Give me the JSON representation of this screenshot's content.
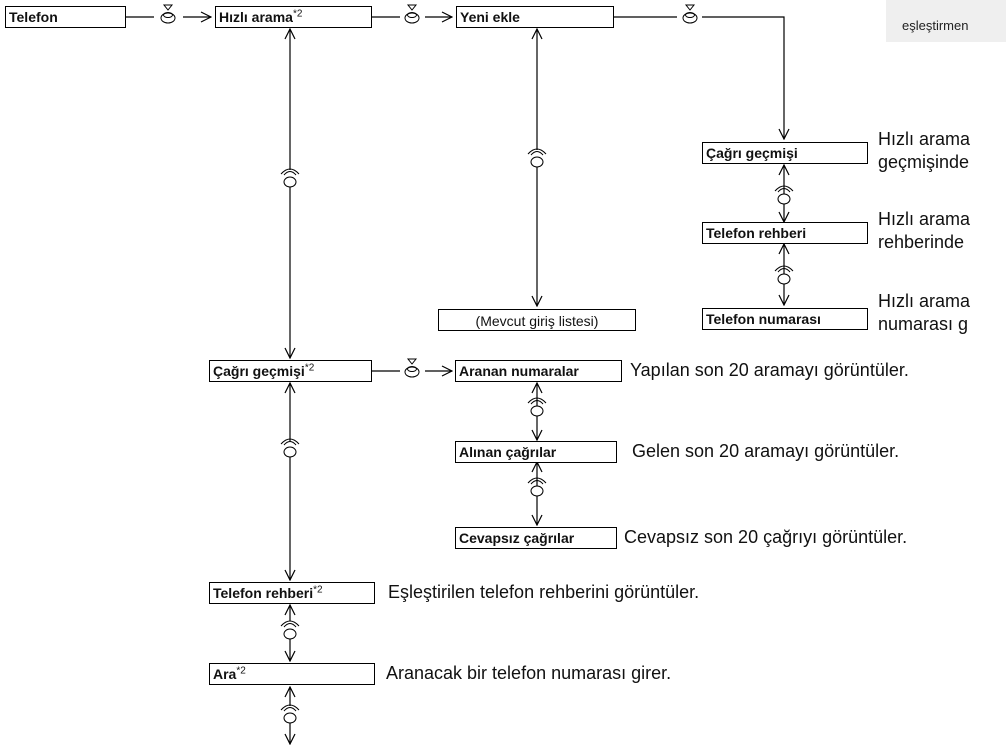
{
  "nodes": {
    "telefon": "Telefon",
    "hizli_arama": "Hızlı arama",
    "yeni_ekle": "Yeni ekle",
    "mevcut_giris": "(Mevcut giriş listesi)",
    "cagri_gecmisi_sub": "Çağrı geçmişi",
    "telefon_rehberi_sub": "Telefon rehberi",
    "telefon_numarasi_sub": "Telefon numarası",
    "cagri_gecmisi": "Çağrı geçmişi",
    "aranan_numaralar": "Aranan numaralar",
    "alinan_cagrilar": "Alınan çağrılar",
    "cevapsiz_cagrilar": "Cevapsız çağrılar",
    "telefon_rehberi": "Telefon rehberi",
    "ara": "Ara"
  },
  "footnote_mark": "*2",
  "descriptions": {
    "hizli_cagri_1": "Hızlı arama",
    "hizli_cagri_2": "geçmişinde",
    "hizli_rehber_1": "Hızlı arama",
    "hizli_rehber_2": "rehberinde",
    "hizli_numara_1": "Hızlı arama",
    "hizli_numara_2": "numarası g",
    "aranan": "Yapılan son 20 aramayı görüntüler.",
    "alinan": "Gelen son 20 aramayı görüntüler.",
    "cevapsiz": "Cevapsız son 20 çağrıyı görüntüler.",
    "rehber": "Eşleştirilen telefon rehberini görüntüler.",
    "ara": "Aranacak bir telefon numarası girer."
  },
  "top_note": "eşleştirmen",
  "icons": {
    "press": "press-knob-icon",
    "rotate": "rotate-knob-icon"
  },
  "colors": {
    "line": "#000000",
    "note_background": "#efefef"
  }
}
